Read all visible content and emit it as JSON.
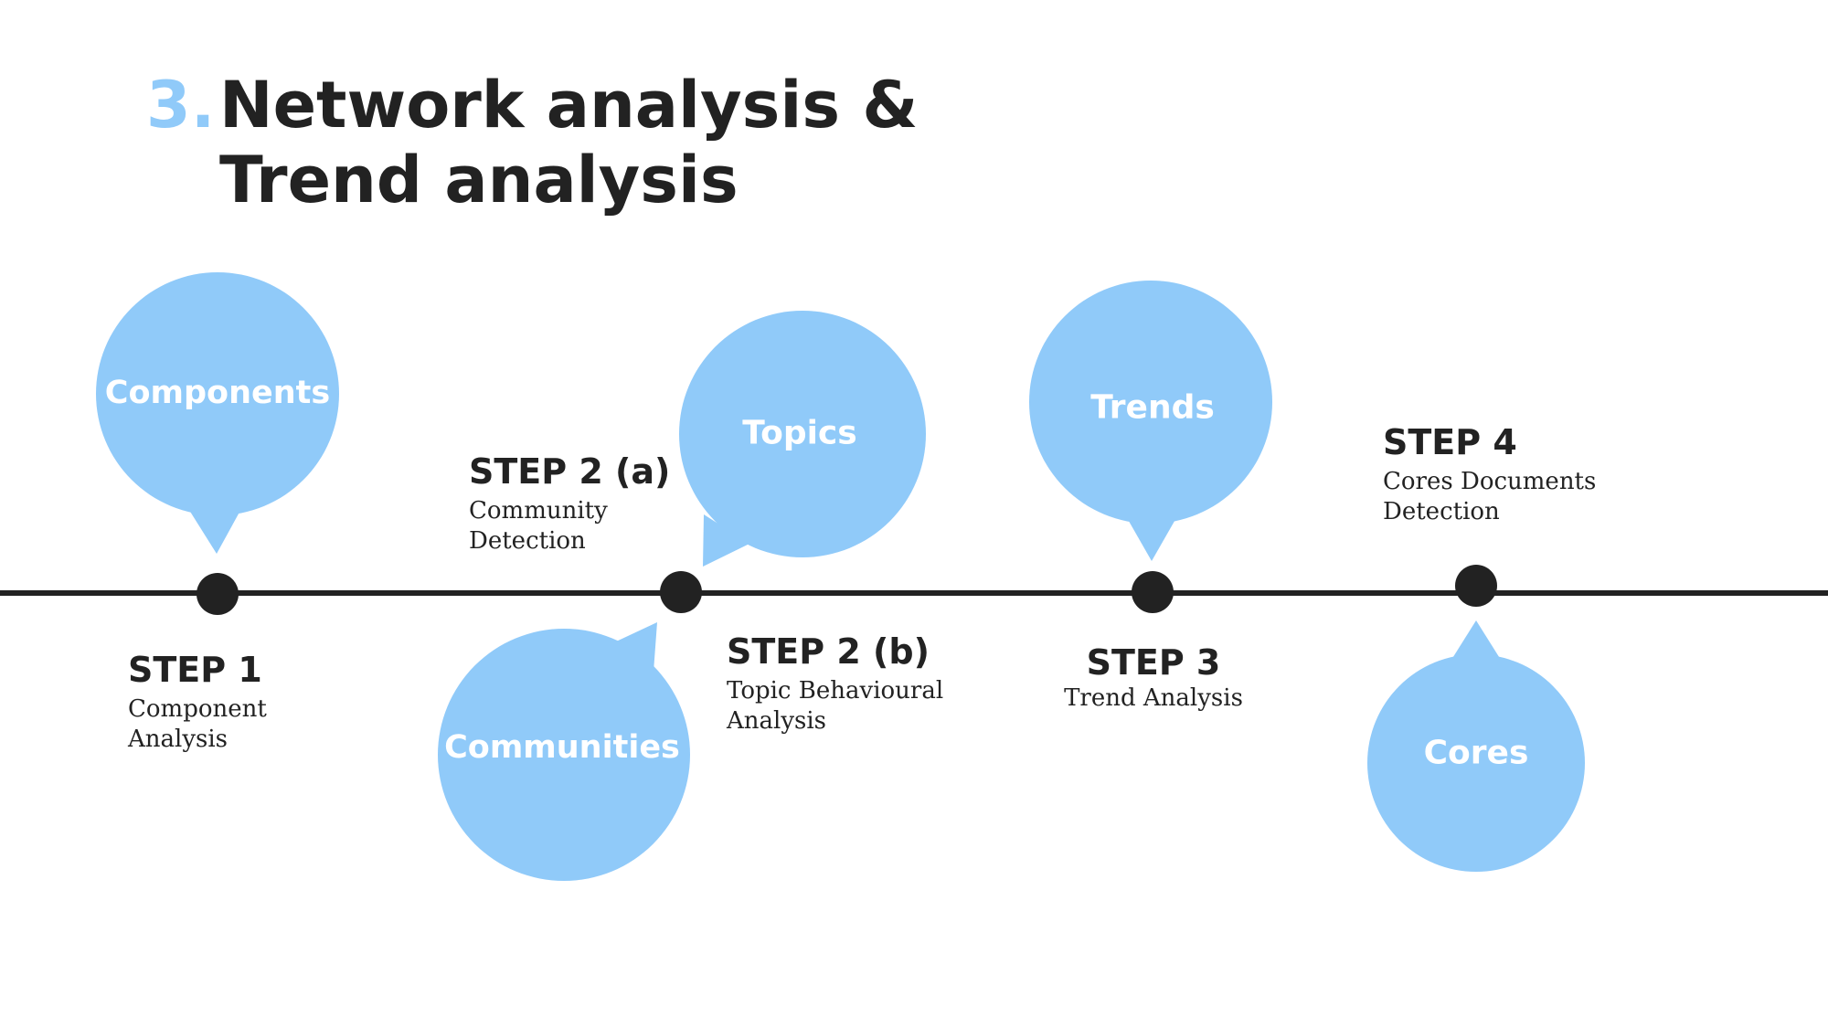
{
  "slide": {
    "title_number": "3.",
    "title_line1": "Network analysis &",
    "title_line2": "Trend analysis"
  },
  "colors": {
    "accent": "#90CAF9",
    "text": "#222222",
    "line": "#222222",
    "bubble_text": "#FFFFFF"
  },
  "steps": [
    {
      "title": "STEP 1",
      "desc_line1": "Component",
      "desc_line2": "Analysis",
      "bubble": "Components"
    },
    {
      "title": "STEP 2 (a)",
      "desc_line1": "Community",
      "desc_line2": "Detection",
      "bubble": "Communities"
    },
    {
      "title": "STEP 2 (b)",
      "desc_line1": "Topic Behavioural",
      "desc_line2": "Analysis",
      "bubble": "Topics"
    },
    {
      "title": "STEP 3",
      "desc_line1": "Trend Analysis",
      "desc_line2": "",
      "bubble": "Trends"
    },
    {
      "title": "STEP 4",
      "desc_line1": "Cores Documents",
      "desc_line2": "Detection",
      "bubble": "Cores"
    }
  ]
}
